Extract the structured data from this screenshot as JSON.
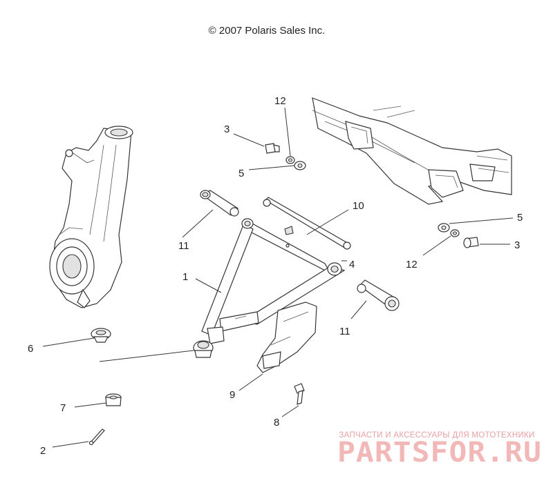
{
  "copyright": "© 2007 Polaris Sales Inc.",
  "watermark": {
    "subtitle": "ЗАПЧАСТИ И АКСЕССУАРЫ ДЛЯ МОТОТЕХНИКИ",
    "brand": "PARTSFOR.RU",
    "brand_color": "#f2b8b8",
    "subtitle_color": "#e8a0a0"
  },
  "callouts": {
    "c1": "1",
    "c2": "2",
    "c3a": "3",
    "c3b": "3",
    "c4": "4",
    "c5a": "5",
    "c5b": "5",
    "c6": "6",
    "c7": "7",
    "c8": "8",
    "c9": "9",
    "c10": "10",
    "c11a": "11",
    "c11b": "11",
    "c12a": "12",
    "c12b": "12"
  }
}
